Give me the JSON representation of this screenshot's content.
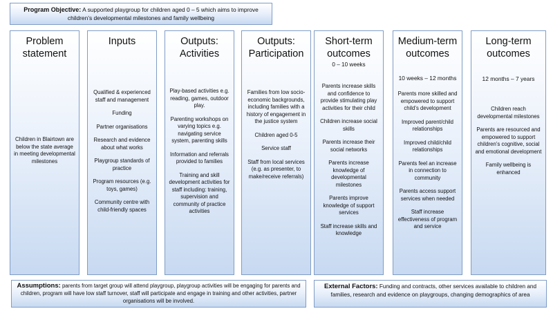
{
  "objective": {
    "label": "Program Objective:",
    "text": " A supported playgroup for children aged 0 – 5 which aims to improve children’s developmental milestones and family wellbeing"
  },
  "columns": [
    {
      "title": "Problem statement",
      "subtitle": "",
      "items": [
        "Children in Blairtown are below the state average in meeting developmental milestones"
      ]
    },
    {
      "title": "Inputs",
      "subtitle": "",
      "items": [
        "Qualified & experienced staff and management",
        "Funding",
        "Partner organisations",
        "Research and evidence about what works",
        "Playgroup standards of practice",
        "Program resources (e.g. toys, games)",
        "Community centre with child-friendly spaces"
      ]
    },
    {
      "title": "Outputs: Activities",
      "subtitle": "",
      "items": [
        "Play-based activities e.g. reading, games, outdoor play.",
        "Parenting workshops on varying topics e.g. navigating service system, parenting skills",
        "Information and referrals provided to families",
        "Training and skill development activities for staff including: training, supervision and community of practice activities"
      ]
    },
    {
      "title": "Outputs: Participation",
      "subtitle": "",
      "items": [
        "Families from low socio-economic backgrounds, including families with a history of engagement in the justice system",
        "Children aged 0-5",
        "Service staff",
        "Staff from local services (e.g. as presenter, to make/receive referrals)"
      ]
    },
    {
      "title": "Short-term outcomes",
      "subtitle": "0 – 10 weeks",
      "items": [
        "Parents increase skills and confidence to provide stimulating play activities for their child",
        "Children increase social skills",
        "Parents increase their social networks",
        "Parents increase knowledge of developmental milestones",
        "Parents improve knowledge of support services",
        "Staff increase skills and knowledge"
      ]
    },
    {
      "title": "Medium-term outcomes",
      "subtitle": "10 weeks – 12 months",
      "items": [
        "Parents more skilled and empowered to support child’s development",
        "Improved parent/child relationships",
        "Improved child/child relationships",
        "Parents feel an increase in connection to community",
        "Parents access support services when needed",
        "Staff increase effectiveness of program and service"
      ]
    },
    {
      "title": "Long-term outcomes",
      "subtitle": "12 months – 7 years",
      "items": [
        "Children reach developmental milestones",
        "Parents are resourced and empowered to support children’s cognitive, social and emotional development",
        "Family wellbeing is enhanced"
      ]
    }
  ],
  "assumptions": {
    "label": "Assumptions:",
    "text": " parents from target group will attend playgroup, playgroup activities will be engaging for parents and children, program will have low staff turnover, staff will participate and engage in training and other activities, partner organisations will be involved."
  },
  "external": {
    "label": "External Factors:",
    "text": " Funding and contracts, other services available to children and families, research and evidence on playgroups, changing demographics of area"
  }
}
